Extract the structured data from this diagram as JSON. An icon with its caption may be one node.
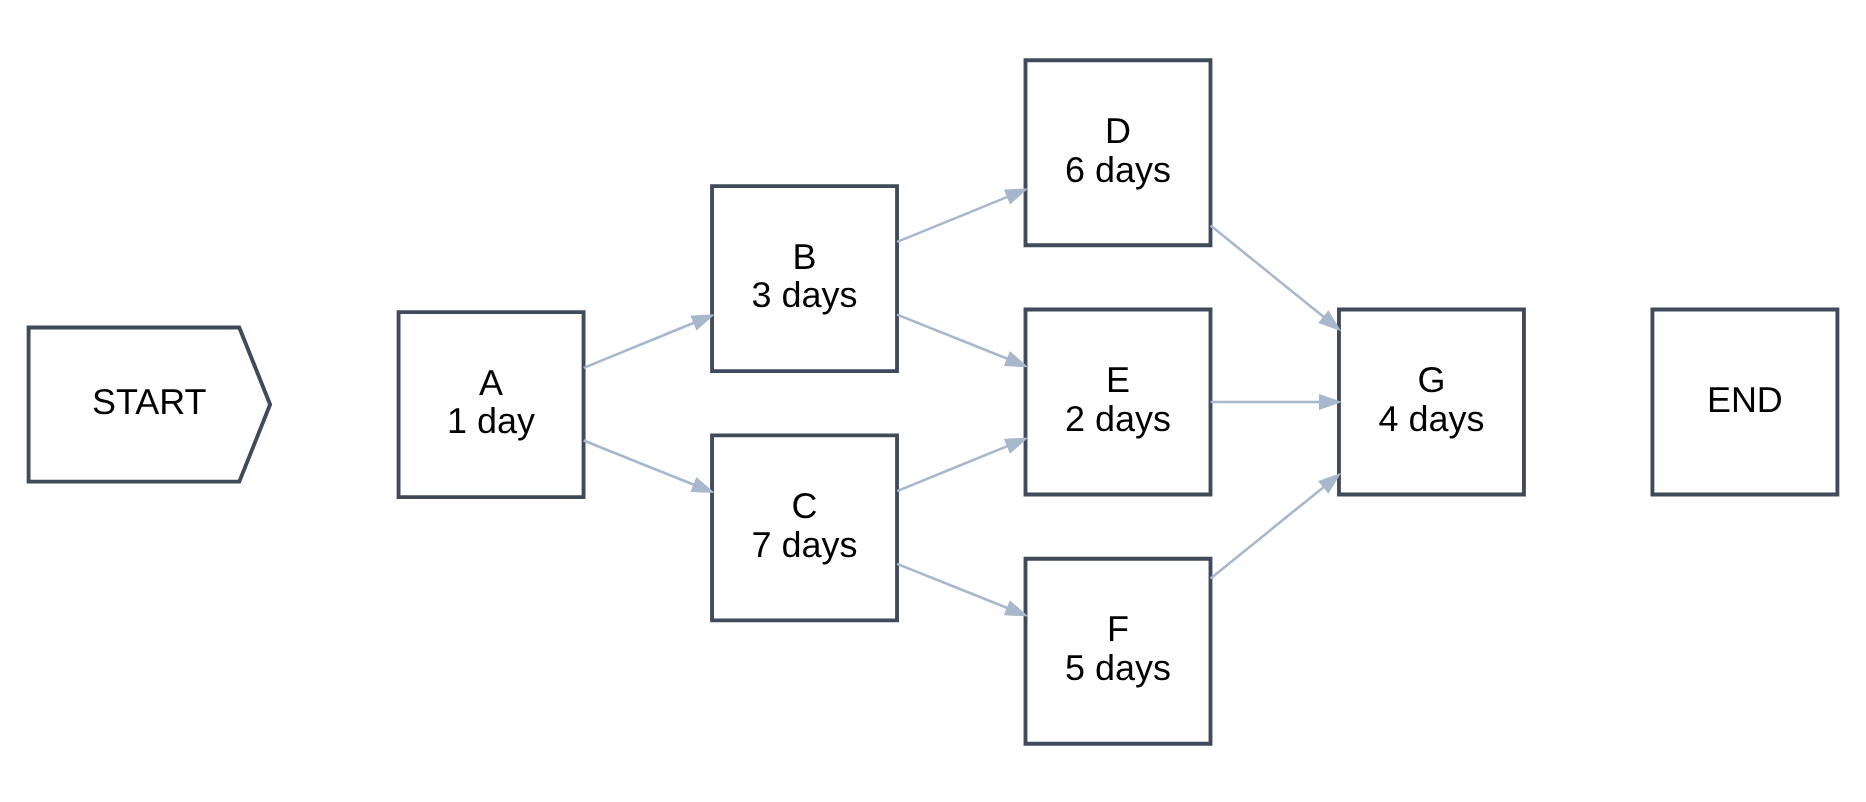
{
  "diagram": {
    "nodes": [
      {
        "text": [
          "START"
        ]
      },
      {
        "text": [
          "A",
          "1 day"
        ]
      },
      {
        "text": [
          "B",
          "3 days"
        ]
      },
      {
        "text": [
          "C",
          "7 days"
        ]
      },
      {
        "text": [
          "D",
          "6 days"
        ]
      },
      {
        "text": [
          "E",
          "2 days"
        ]
      },
      {
        "text": [
          "F",
          "5 days"
        ]
      },
      {
        "text": [
          "G",
          "4 days"
        ]
      },
      {
        "text": [
          "END"
        ]
      }
    ],
    "edges": [
      {
        "from": 1,
        "to": 2,
        "arrow": "to"
      },
      {
        "from": 1,
        "to": 3,
        "arrow": "to"
      },
      {
        "from": 2,
        "to": 4,
        "arrow": "to"
      },
      {
        "from": 2,
        "to": 5,
        "arrow": "to"
      },
      {
        "from": 3,
        "to": 5,
        "arrow": "to"
      },
      {
        "from": 3,
        "to": 6,
        "arrow": "to"
      },
      {
        "from": 4,
        "to": 7,
        "arrow": "to"
      },
      {
        "from": 5,
        "to": 7,
        "arrow": "to"
      },
      {
        "from": 6,
        "to": 7,
        "arrow": "to"
      }
    ]
  }
}
